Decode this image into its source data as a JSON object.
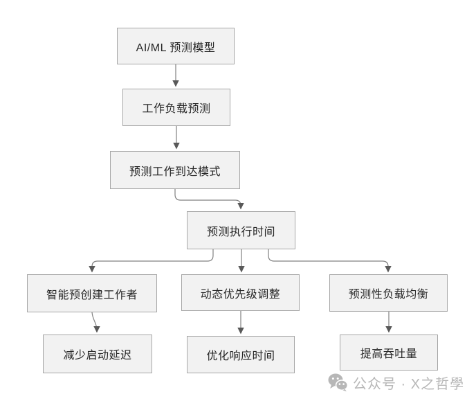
{
  "diagram": {
    "type": "flowchart",
    "direction": "top-down",
    "nodes": [
      {
        "id": "ai-ml-model",
        "label": "AI/ML 预测模型"
      },
      {
        "id": "workload-forecast",
        "label": "工作负载预测"
      },
      {
        "id": "arrival-pattern",
        "label": "预测工作到达模式"
      },
      {
        "id": "execution-time",
        "label": "预测执行时间"
      },
      {
        "id": "pre-create-workers",
        "label": "智能预创建工作者"
      },
      {
        "id": "dynamic-priority",
        "label": "动态优先级调整"
      },
      {
        "id": "predictive-load-balancing",
        "label": "预测性负载均衡"
      },
      {
        "id": "reduce-startup-latency",
        "label": "减少启动延迟"
      },
      {
        "id": "optimize-response-time",
        "label": "优化响应时间"
      },
      {
        "id": "improve-throughput",
        "label": "提高吞吐量"
      }
    ],
    "edges": [
      {
        "from": "ai-ml-model",
        "to": "workload-forecast"
      },
      {
        "from": "workload-forecast",
        "to": "arrival-pattern"
      },
      {
        "from": "arrival-pattern",
        "to": "execution-time"
      },
      {
        "from": "execution-time",
        "to": "pre-create-workers"
      },
      {
        "from": "execution-time",
        "to": "dynamic-priority"
      },
      {
        "from": "execution-time",
        "to": "predictive-load-balancing"
      },
      {
        "from": "pre-create-workers",
        "to": "reduce-startup-latency"
      },
      {
        "from": "dynamic-priority",
        "to": "optimize-response-time"
      },
      {
        "from": "predictive-load-balancing",
        "to": "improve-throughput"
      }
    ],
    "colors": {
      "background": "#ffffff",
      "node_fill": "#f2f2f2",
      "node_border": "#a6a6a6",
      "node_text": "#262626",
      "edge_line": "#808080",
      "edge_arrow": "#595959"
    }
  },
  "watermark": {
    "icon": "wechat-icon",
    "label": "公众号 · X之哲學",
    "color": "#b7b7b7"
  }
}
